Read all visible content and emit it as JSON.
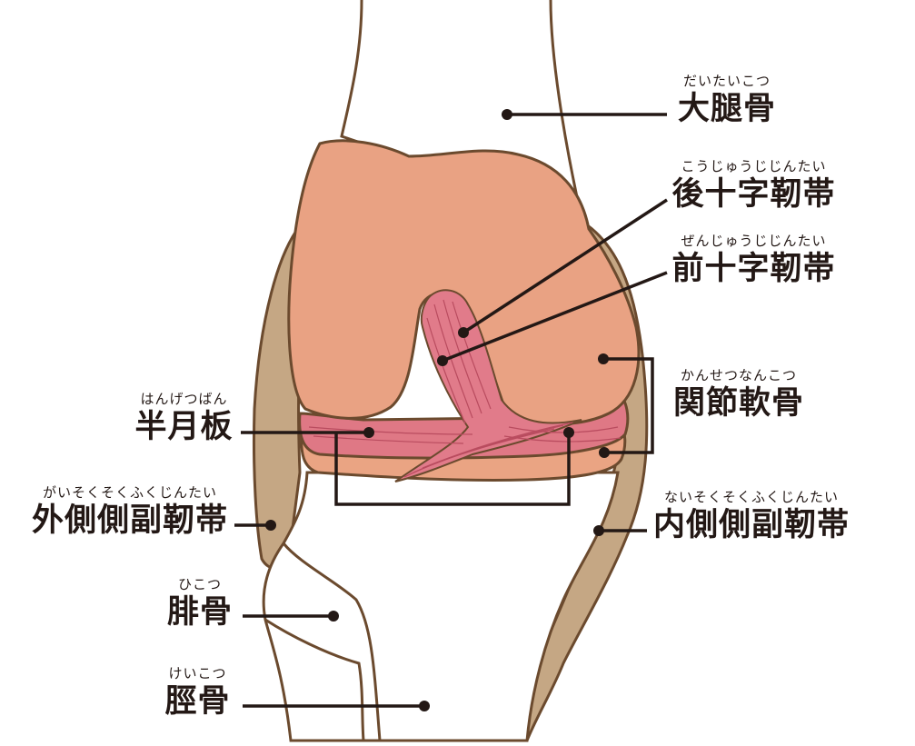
{
  "labels": {
    "femur": {
      "ruby": "だいたいこつ",
      "text": "大腿骨"
    },
    "pcl": {
      "ruby": "こうじゅうじじんたい",
      "text": "後十字靭帯"
    },
    "acl": {
      "ruby": "ぜんじゅうじじんたい",
      "text": "前十字靭帯"
    },
    "cartilage": {
      "ruby": "かんせつなんこつ",
      "text": "関節軟骨"
    },
    "meniscus": {
      "ruby": "はんげつばん",
      "text": "半月板"
    },
    "lcl": {
      "ruby": "がいそくそくふくじんたい",
      "text": "外側側副靭帯"
    },
    "mcl": {
      "ruby": "ないそくそくふくじんたい",
      "text": "内側側副靭帯"
    },
    "fibula": {
      "ruby": "ひこつ",
      "text": "腓骨"
    },
    "tibia": {
      "ruby": "けいこつ",
      "text": "脛骨"
    }
  },
  "colors": {
    "outline": "#6b4a2e",
    "bone_fill": "#ffffff",
    "femur_condyle": "#e9a283",
    "cartilage": "#eaa483",
    "meniscus": "#df7885",
    "ligament": "#e17b8a",
    "ligament_fiber": "#b94c5f",
    "collateral": "#c5a784",
    "leader": "#231815"
  }
}
